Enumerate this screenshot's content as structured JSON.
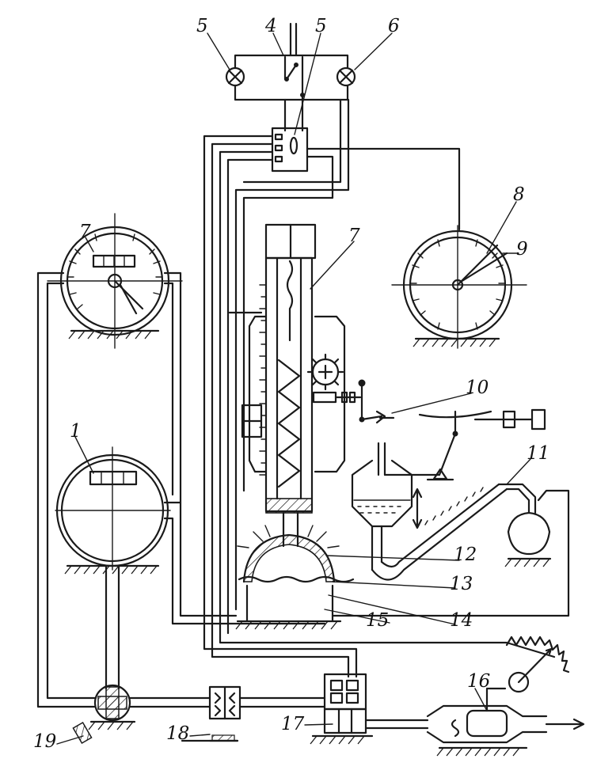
{
  "labels": {
    "l1": "1",
    "l4": "4",
    "l5a": "5",
    "l5b": "5",
    "l6": "6",
    "l7a": "7",
    "l7b": "7",
    "l8": "8",
    "l9": "9",
    "l10": "10",
    "l11": "11",
    "l12": "12",
    "l13": "13",
    "l14": "14",
    "l15": "15",
    "l16": "16",
    "l17": "17",
    "l18": "18",
    "l19": "19"
  }
}
